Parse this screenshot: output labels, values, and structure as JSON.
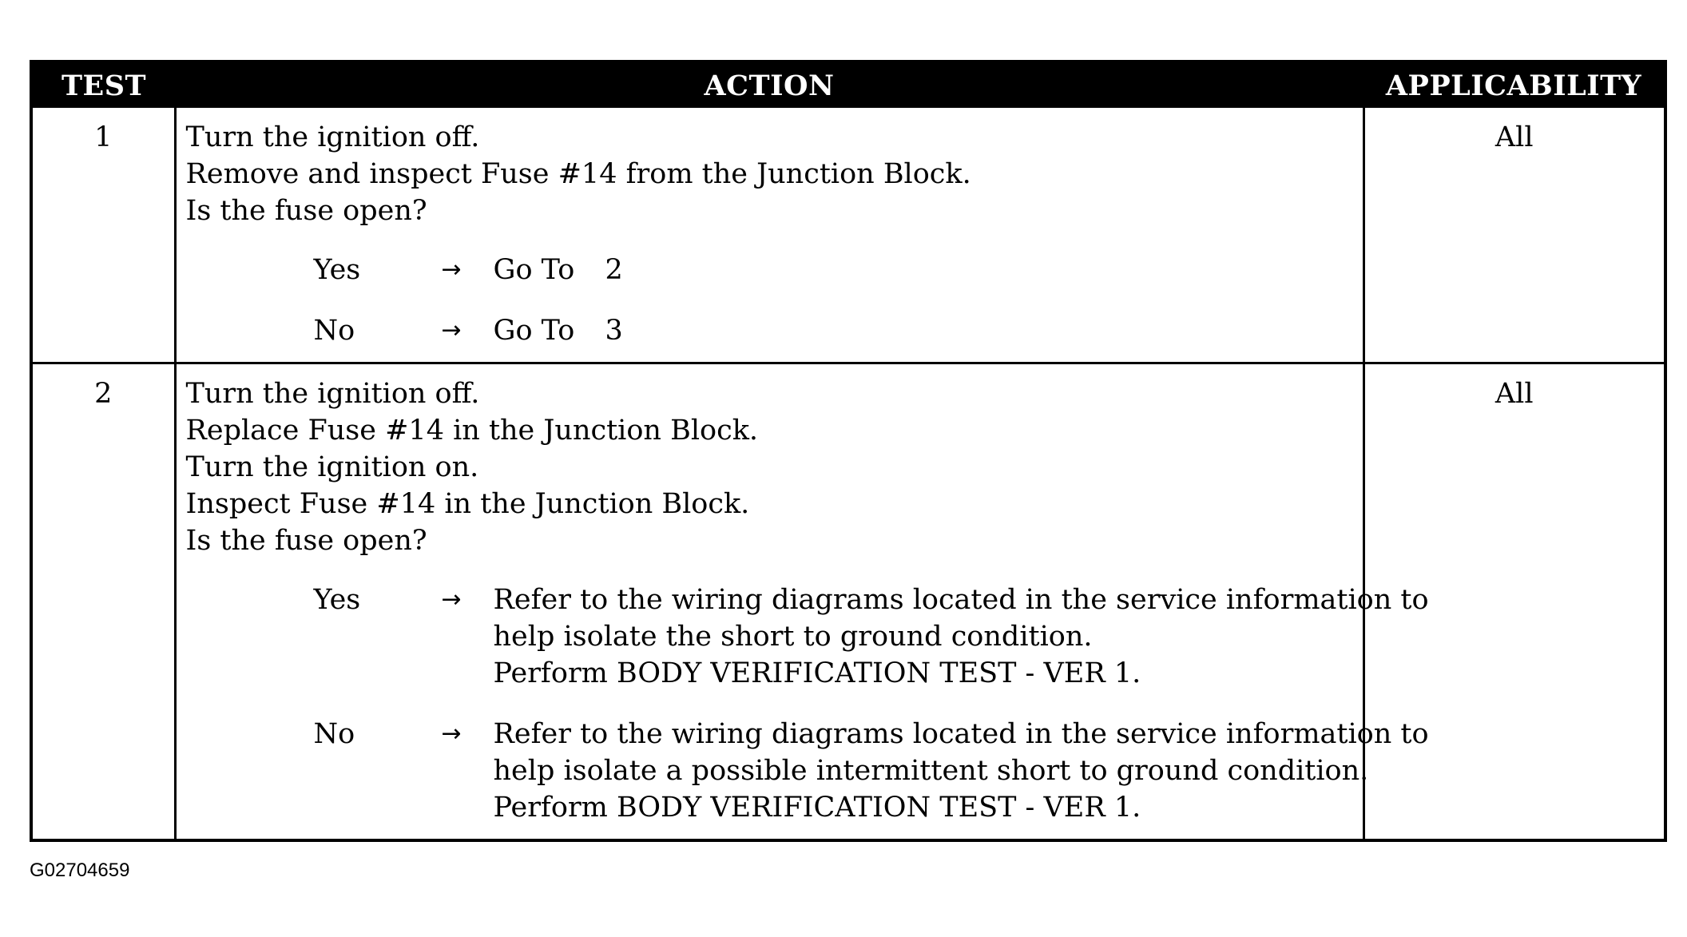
{
  "table": {
    "headers": {
      "test": "TEST",
      "action": "ACTION",
      "applicability": "APPLICABILITY"
    },
    "rows": [
      {
        "test": "1",
        "applicability": "All",
        "steps": [
          "Turn the ignition off.",
          "Remove and inspect Fuse #14 from the Junction Block.",
          "Is the fuse open?"
        ],
        "outcomes": {
          "yes": {
            "label": "Yes",
            "arrow": "→",
            "action": "Go To",
            "target": "2"
          },
          "no": {
            "label": "No",
            "arrow": "→",
            "action": "Go To",
            "target": "3"
          }
        }
      },
      {
        "test": "2",
        "applicability": "All",
        "steps": [
          "Turn the ignition off.",
          "Replace Fuse #14 in the Junction Block.",
          "Turn the ignition on.",
          "Inspect Fuse #14 in the Junction Block.",
          "Is the fuse open?"
        ],
        "outcomes": {
          "yes": {
            "label": "Yes",
            "arrow": "→",
            "lines": [
              "Refer to the wiring diagrams located in the service information to",
              "help isolate the short to ground condition.",
              "Perform BODY VERIFICATION TEST - VER 1."
            ]
          },
          "no": {
            "label": "No",
            "arrow": "→",
            "lines": [
              "Refer to the wiring diagrams located in the service information to",
              "help isolate a possible intermittent short to ground condition.",
              "Perform BODY VERIFICATION TEST - VER 1."
            ]
          }
        }
      }
    ]
  },
  "figure_id": "G02704659"
}
